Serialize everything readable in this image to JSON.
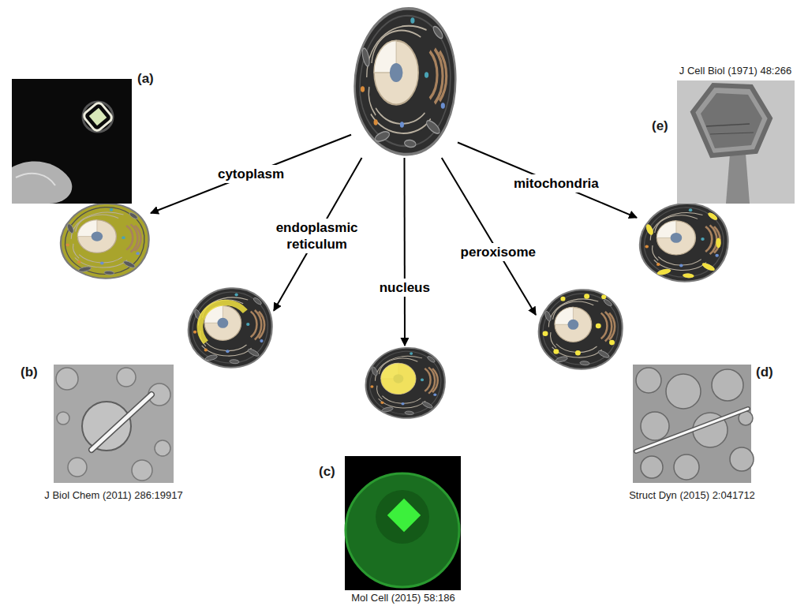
{
  "diagram": {
    "nodes": [
      {
        "text": []
      },
      {
        "text": []
      },
      {
        "text": []
      },
      {
        "text": []
      },
      {
        "text": []
      },
      {
        "text": []
      }
    ],
    "edges": [
      {
        "from": 0,
        "to": 1,
        "arrow": "to",
        "label": "cytoplasm"
      },
      {
        "from": 0,
        "to": 2,
        "arrow": "to",
        "label": "endoplasmic reticulum"
      },
      {
        "from": 0,
        "to": 3,
        "arrow": "to",
        "label": "nucleus"
      },
      {
        "from": 0,
        "to": 4,
        "arrow": "to",
        "label": "peroxisome"
      },
      {
        "from": 0,
        "to": 5,
        "arrow": "to",
        "label": "mitochondria"
      }
    ],
    "labels": [
      "(a)",
      "J Cell Biol (1971) 48:266",
      "(e)",
      "(b)",
      "(d)",
      "(c)",
      "J Biol Chem (2011) 286:19917",
      "Struct Dyn (2015) 2:041712",
      "Mol Cell (2015) 58:186"
    ]
  }
}
